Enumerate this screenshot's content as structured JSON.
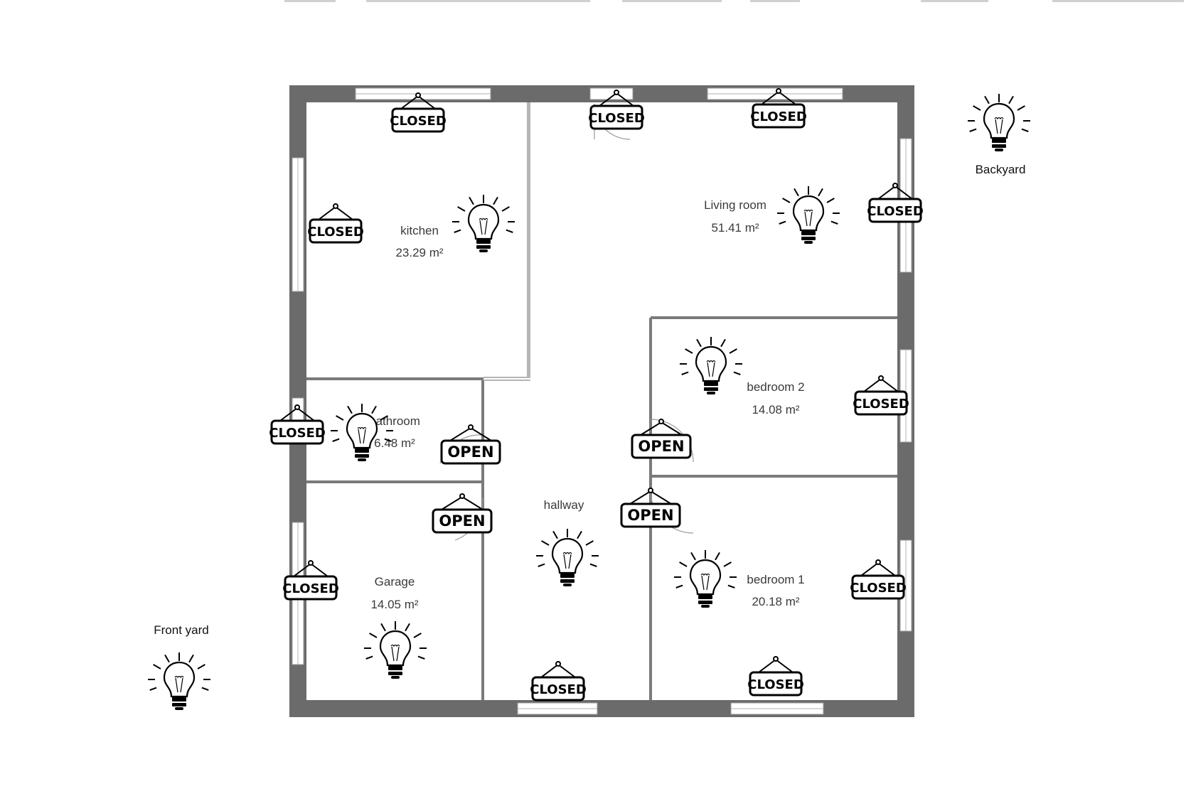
{
  "rooms": [
    {
      "id": "kitchen",
      "name": "kitchen",
      "area": "23.29 m²"
    },
    {
      "id": "living",
      "name": "Living room",
      "area": "51.41 m²"
    },
    {
      "id": "bedroom2",
      "name": "bedroom 2",
      "area": "14.08 m²"
    },
    {
      "id": "bathroom",
      "name": "bathroom",
      "area": "6.48 m²"
    },
    {
      "id": "hallway",
      "name": "hallway",
      "area": ""
    },
    {
      "id": "garage",
      "name": "Garage",
      "area": "14.05 m²"
    },
    {
      "id": "bedroom1",
      "name": "bedroom 1",
      "area": "20.18 m²"
    }
  ],
  "yards": [
    {
      "id": "backyard",
      "name": "Backyard"
    },
    {
      "id": "frontyard",
      "name": "Front yard"
    }
  ],
  "signs": [
    {
      "id": "kitchen-top-window",
      "state": "CLOSED"
    },
    {
      "id": "living-top-door",
      "state": "CLOSED"
    },
    {
      "id": "living-top-window",
      "state": "CLOSED"
    },
    {
      "id": "living-right-window",
      "state": "CLOSED"
    },
    {
      "id": "kitchen-left-window",
      "state": "CLOSED"
    },
    {
      "id": "bedroom2-right-window",
      "state": "CLOSED"
    },
    {
      "id": "bathroom-left-window",
      "state": "CLOSED"
    },
    {
      "id": "bathroom-door",
      "state": "OPEN"
    },
    {
      "id": "bedroom2-door",
      "state": "OPEN"
    },
    {
      "id": "garage-door",
      "state": "OPEN"
    },
    {
      "id": "bedroom1-door",
      "state": "OPEN"
    },
    {
      "id": "garage-left-window",
      "state": "CLOSED"
    },
    {
      "id": "bedroom1-right-window",
      "state": "CLOSED"
    },
    {
      "id": "hallway-front-door",
      "state": "CLOSED"
    },
    {
      "id": "bedroom1-bottom-window",
      "state": "CLOSED"
    }
  ],
  "lights": [
    {
      "id": "kitchen",
      "icon": "lightbulb-icon"
    },
    {
      "id": "living",
      "icon": "lightbulb-icon"
    },
    {
      "id": "backyard",
      "icon": "lightbulb-icon"
    },
    {
      "id": "bedroom2",
      "icon": "lightbulb-icon"
    },
    {
      "id": "bathroom",
      "icon": "lightbulb-icon"
    },
    {
      "id": "hallway",
      "icon": "lightbulb-icon"
    },
    {
      "id": "bedroom1",
      "icon": "lightbulb-icon"
    },
    {
      "id": "garage",
      "icon": "lightbulb-icon"
    },
    {
      "id": "frontyard",
      "icon": "lightbulb-icon"
    }
  ],
  "colors": {
    "wall": "#6b6b6b",
    "inner_wall": "#7a7a7a",
    "text": "#3a3a3a",
    "sign": "#000000"
  }
}
